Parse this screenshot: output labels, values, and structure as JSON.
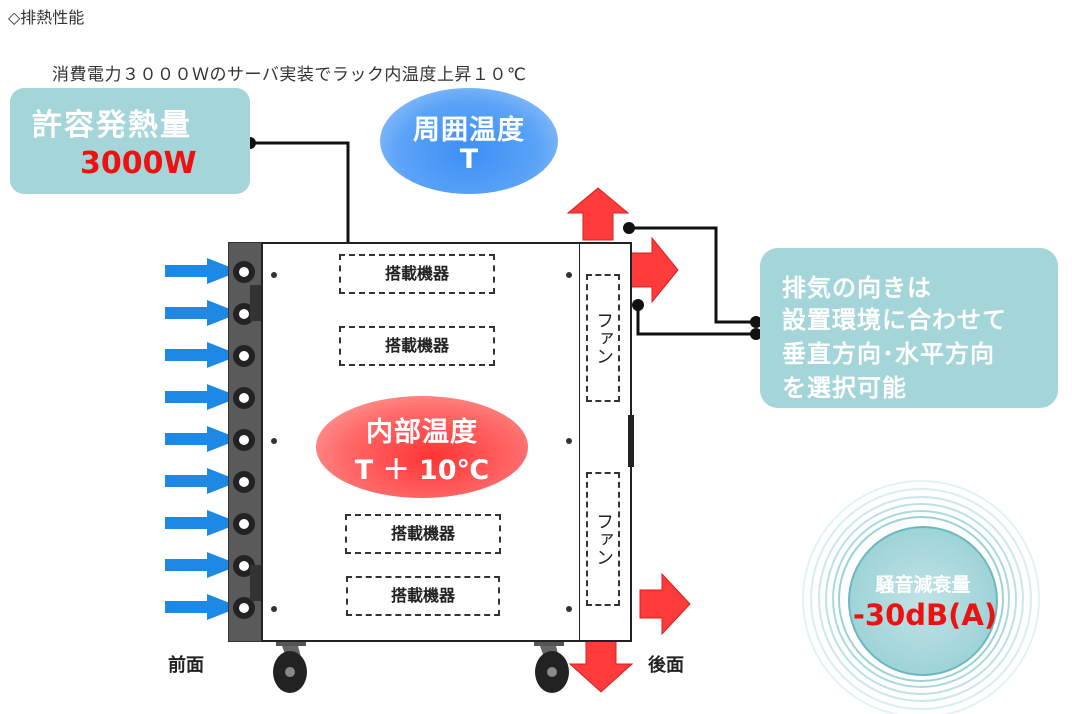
{
  "section_title": "◇排熱性能",
  "subtitle": "消費電力３０００Ｗのサーバ実装でラック内温度上昇１０℃",
  "heat_capacity": {
    "label": "許容発熱量",
    "value": "3000W"
  },
  "ambient_temperature": {
    "label": "周囲温度",
    "value": "T"
  },
  "internal_temperature": {
    "label": "内部温度",
    "value": "T ＋ 10℃"
  },
  "equipment_label": "搭載機器",
  "equipment": [
    "搭載機器",
    "搭載機器",
    "搭載機器",
    "搭載機器"
  ],
  "fans": [
    "ファン",
    "ファン"
  ],
  "front_label": "前面",
  "rear_label": "後面",
  "exhaust_note": {
    "lines": [
      "排気の向きは",
      "設置環境に合わせて",
      "垂直方向･水平方向",
      "を選択可能"
    ]
  },
  "noise_reduction": {
    "label": "騒音減衰量",
    "value": "-30dB(A)"
  },
  "intake_arrow_count": 9,
  "colors": {
    "teal_box": "#a4d5d8",
    "red_value": "#ee1111",
    "intake_arrow": "#1e88e5",
    "exhaust_arrow": "#ff3b3b",
    "ambient_blue": "#4a98f6"
  }
}
